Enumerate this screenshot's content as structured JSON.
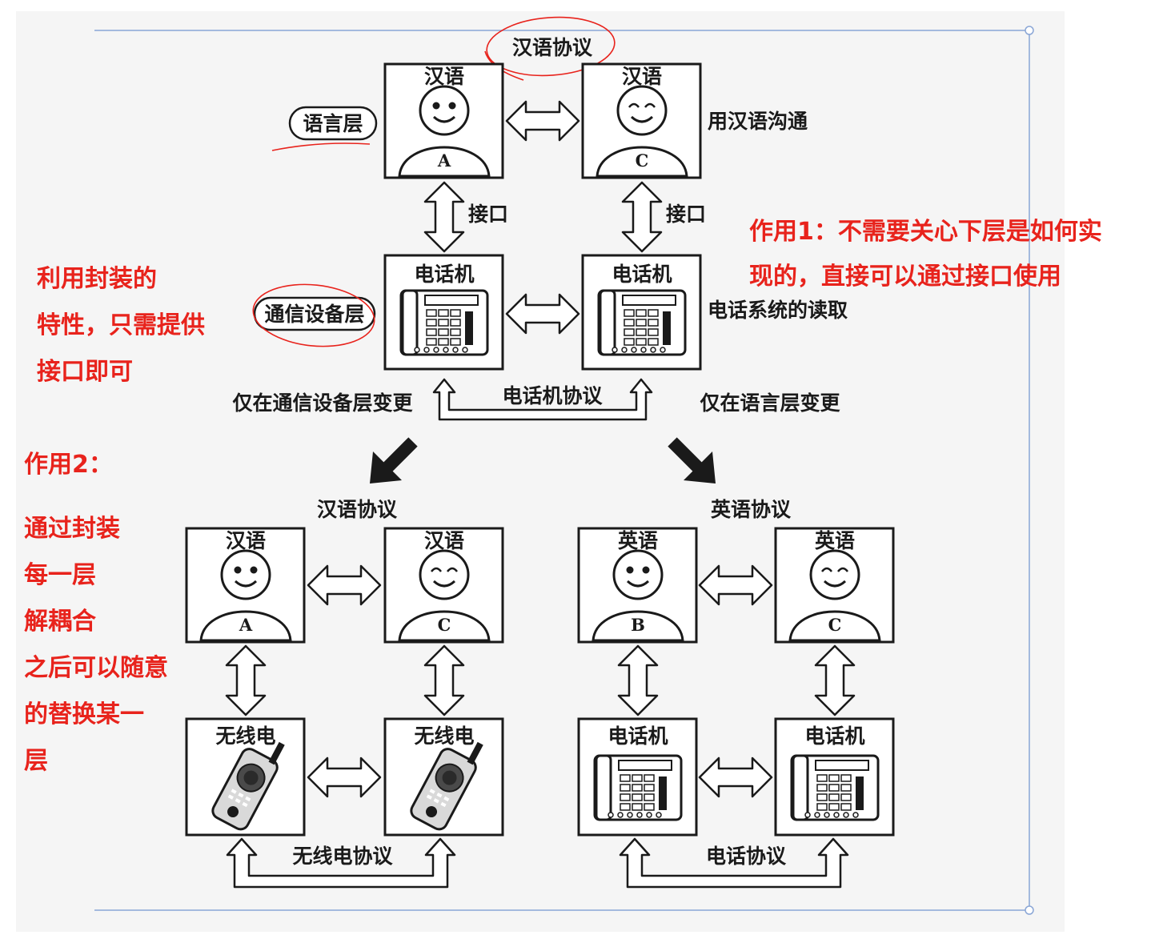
{
  "diagram": {
    "top": {
      "protocol_label": "汉语协议",
      "left_person": {
        "title": "汉语",
        "letter": "A"
      },
      "right_person": {
        "title": "汉语",
        "letter": "C"
      },
      "layer_label_language": "语言层",
      "language_desc": "用汉语沟通",
      "interface_label_left": "接口",
      "interface_label_right": "接口",
      "left_phone": {
        "title": "电话机"
      },
      "right_phone": {
        "title": "电话机"
      },
      "layer_label_comm": "通信设备层",
      "comm_desc": "电话系统的读取",
      "phone_protocol": "电话机协议",
      "change_comm_only": "仅在通信设备层变更",
      "change_language_only": "仅在语言层变更"
    },
    "bottom_left": {
      "protocol_label": "汉语协议",
      "left_person": {
        "title": "汉语",
        "letter": "A"
      },
      "right_person": {
        "title": "汉语",
        "letter": "C"
      },
      "left_device": {
        "title": "无线电"
      },
      "right_device": {
        "title": "无线电"
      },
      "device_protocol": "无线电协议"
    },
    "bottom_right": {
      "protocol_label": "英语协议",
      "left_person": {
        "title": "英语",
        "letter": "B"
      },
      "right_person": {
        "title": "英语",
        "letter": "C"
      },
      "left_device": {
        "title": "电话机"
      },
      "right_device": {
        "title": "电话机"
      },
      "device_protocol": "电话协议"
    }
  },
  "annotations": {
    "encapsulation": [
      "利用封装的",
      "特性，只需提供",
      "接口即可"
    ],
    "effect1": [
      "作用1：不需要关心下层是如何实",
      "现的，直接可以通过接口使用"
    ],
    "effect2_title": "作用2：",
    "effect2": [
      "通过封装",
      "每一层",
      "解耦合",
      "之后可以随意",
      "的替换某一",
      "层"
    ]
  },
  "colors": {
    "annotation_red": "#e8231c",
    "panel_bg": "#f5f5f5",
    "frame_blue": "#8aa6d6",
    "ink": "#1a1a1a"
  }
}
